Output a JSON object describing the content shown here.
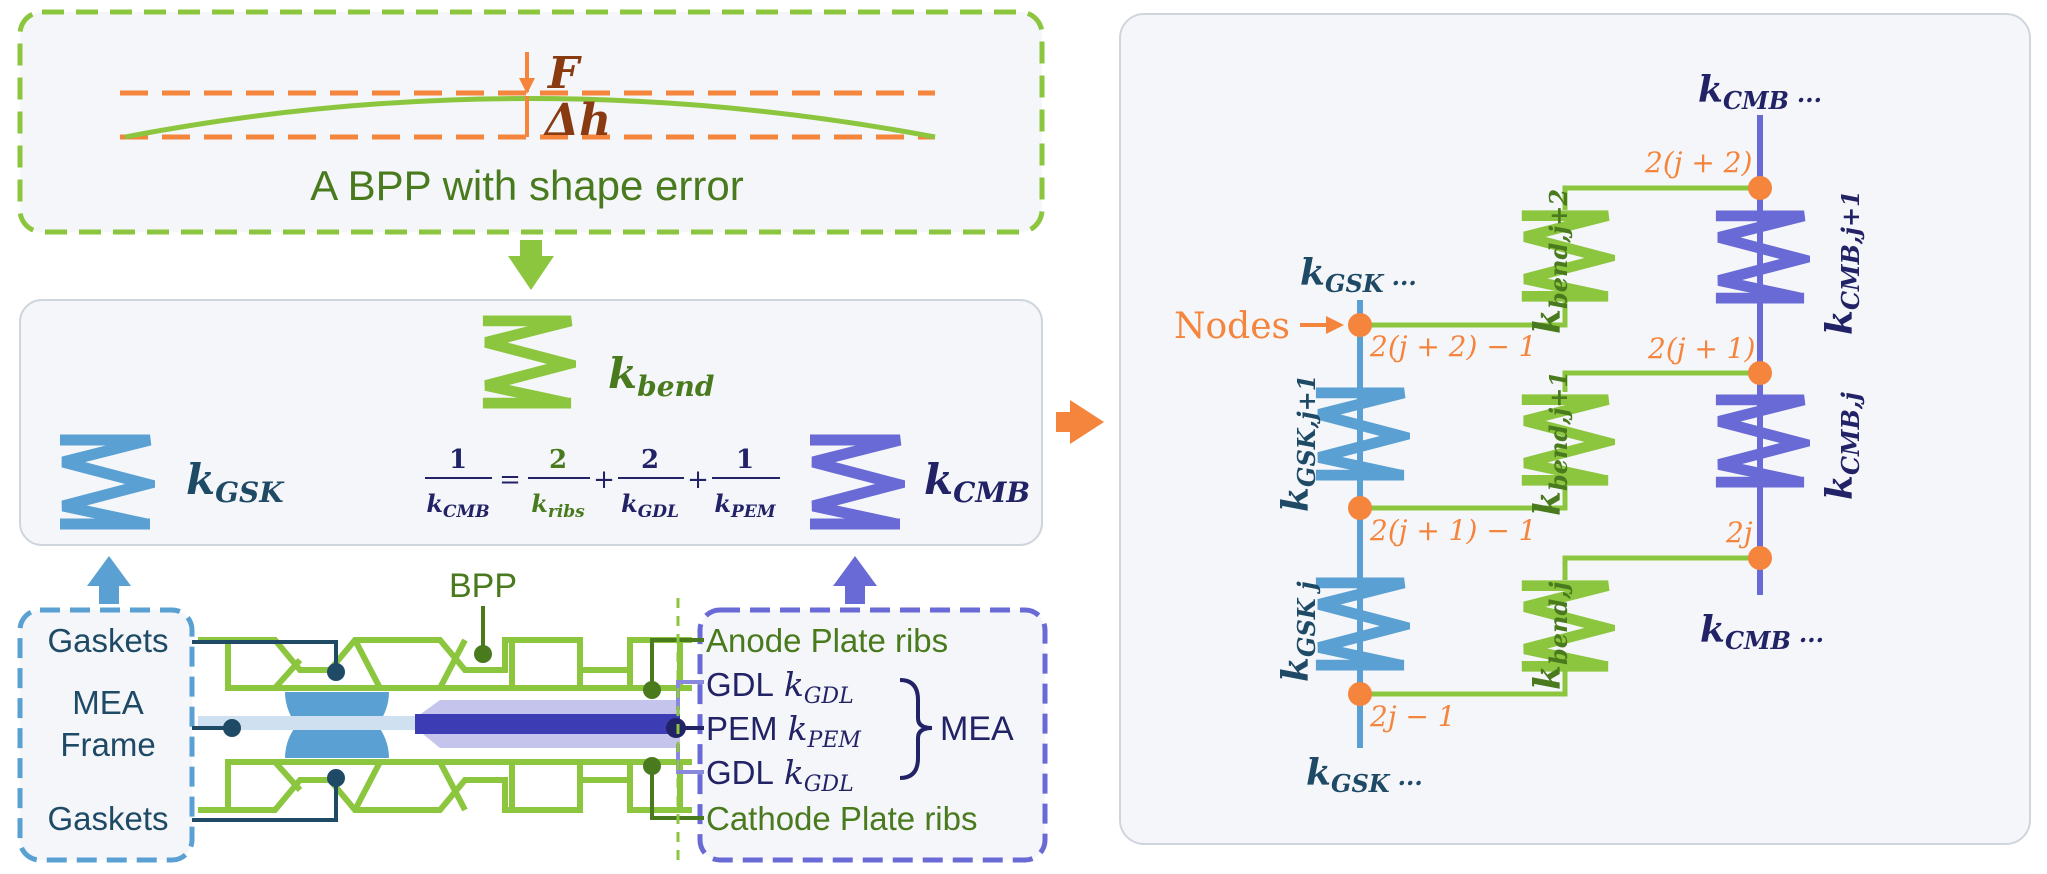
{
  "colors": {
    "green": "#8cc63f",
    "dark_green": "#4a7a1e",
    "orange": "#f5843c",
    "light_blue": "#5aa0d2",
    "dark_blue": "#1f4a66",
    "purple": "#6a6ad6",
    "navy": "#222266",
    "panel_fill": "#f4f6f9",
    "panel_stroke": "#cfd5dc"
  },
  "icons": {
    "flow_arrows": "triangle-arrow-icon",
    "springs": "zigzag-spring-icon"
  },
  "top_panel": {
    "force_label": "F",
    "delta_label": "Δh",
    "caption": "A BPP with shape error"
  },
  "spring_panel": {
    "bend_label": "bend",
    "gsk_label": "GSK",
    "cmb_label": "CMB",
    "formula": {
      "lhs_num": "1",
      "lhs_den": "CMB",
      "eq": "=",
      "t1_num": "2",
      "t1_den": "ribs",
      "t2_num": "2",
      "t2_den": "GDL",
      "t3_num": "1",
      "t3_den": "PEM",
      "plus": "+"
    }
  },
  "cross_section": {
    "bpp_label": "BPP",
    "left_labels": [
      "Gaskets",
      "MEA",
      "Frame",
      "Gaskets"
    ],
    "anode_label": "Anode Plate ribs",
    "cathode_label": "Cathode Plate ribs",
    "layers": [
      {
        "name": "GDL",
        "sub": "GDL"
      },
      {
        "name": "PEM",
        "sub": "PEM"
      },
      {
        "name": "GDL",
        "sub": "GDL"
      }
    ],
    "mea_label": "MEA"
  },
  "network": {
    "top_label_sub": "CMB",
    "bottom_right_label_sub": "CMB",
    "gsk_top_sub": "GSK",
    "gsk_bottom_sub": "GSK",
    "ellipsis": "...",
    "nodes_label": "Nodes",
    "node_labels": [
      "2(j + 2)",
      "2(j + 2) − 1",
      "2(j + 1)",
      "2(j + 1) − 1",
      "2j",
      "2j − 1"
    ],
    "spring_labels": {
      "cmb_j1": "CMB,j+1",
      "cmb_j": "CMB,j",
      "gsk_j1": "GSK,j+1",
      "gsk_j": "GSK j",
      "bend_j2": "bend,j+2",
      "bend_j1": "bend,j+1",
      "bend_j": "bend,j"
    }
  }
}
